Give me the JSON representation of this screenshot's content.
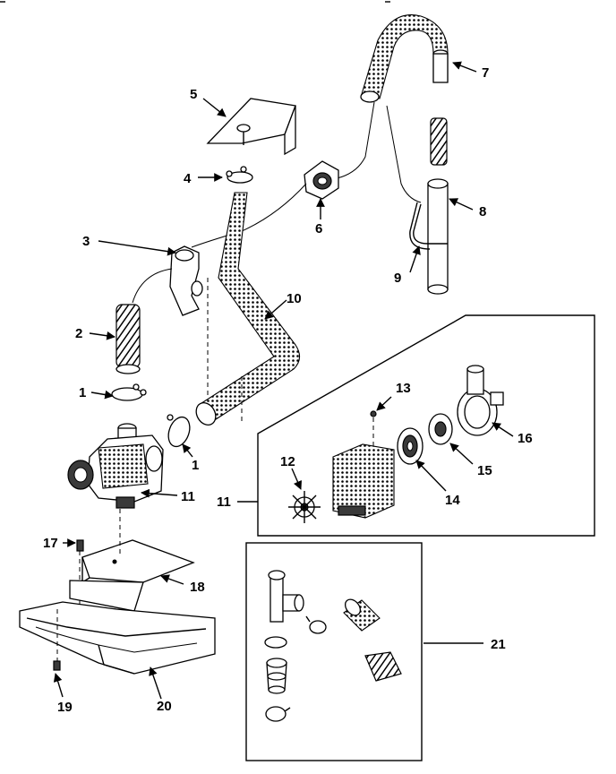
{
  "callouts": {
    "c1a": "1",
    "c1b": "1",
    "c2": "2",
    "c3": "3",
    "c4": "4",
    "c5": "5",
    "c6": "6",
    "c7": "7",
    "c8": "8",
    "c9": "9",
    "c10": "10",
    "c11a": "11",
    "c11b": "11",
    "c12": "12",
    "c13": "13",
    "c14": "14",
    "c15": "15",
    "c16": "16",
    "c17": "17",
    "c18": "18",
    "c19": "19",
    "c20": "20",
    "c21": "21"
  }
}
